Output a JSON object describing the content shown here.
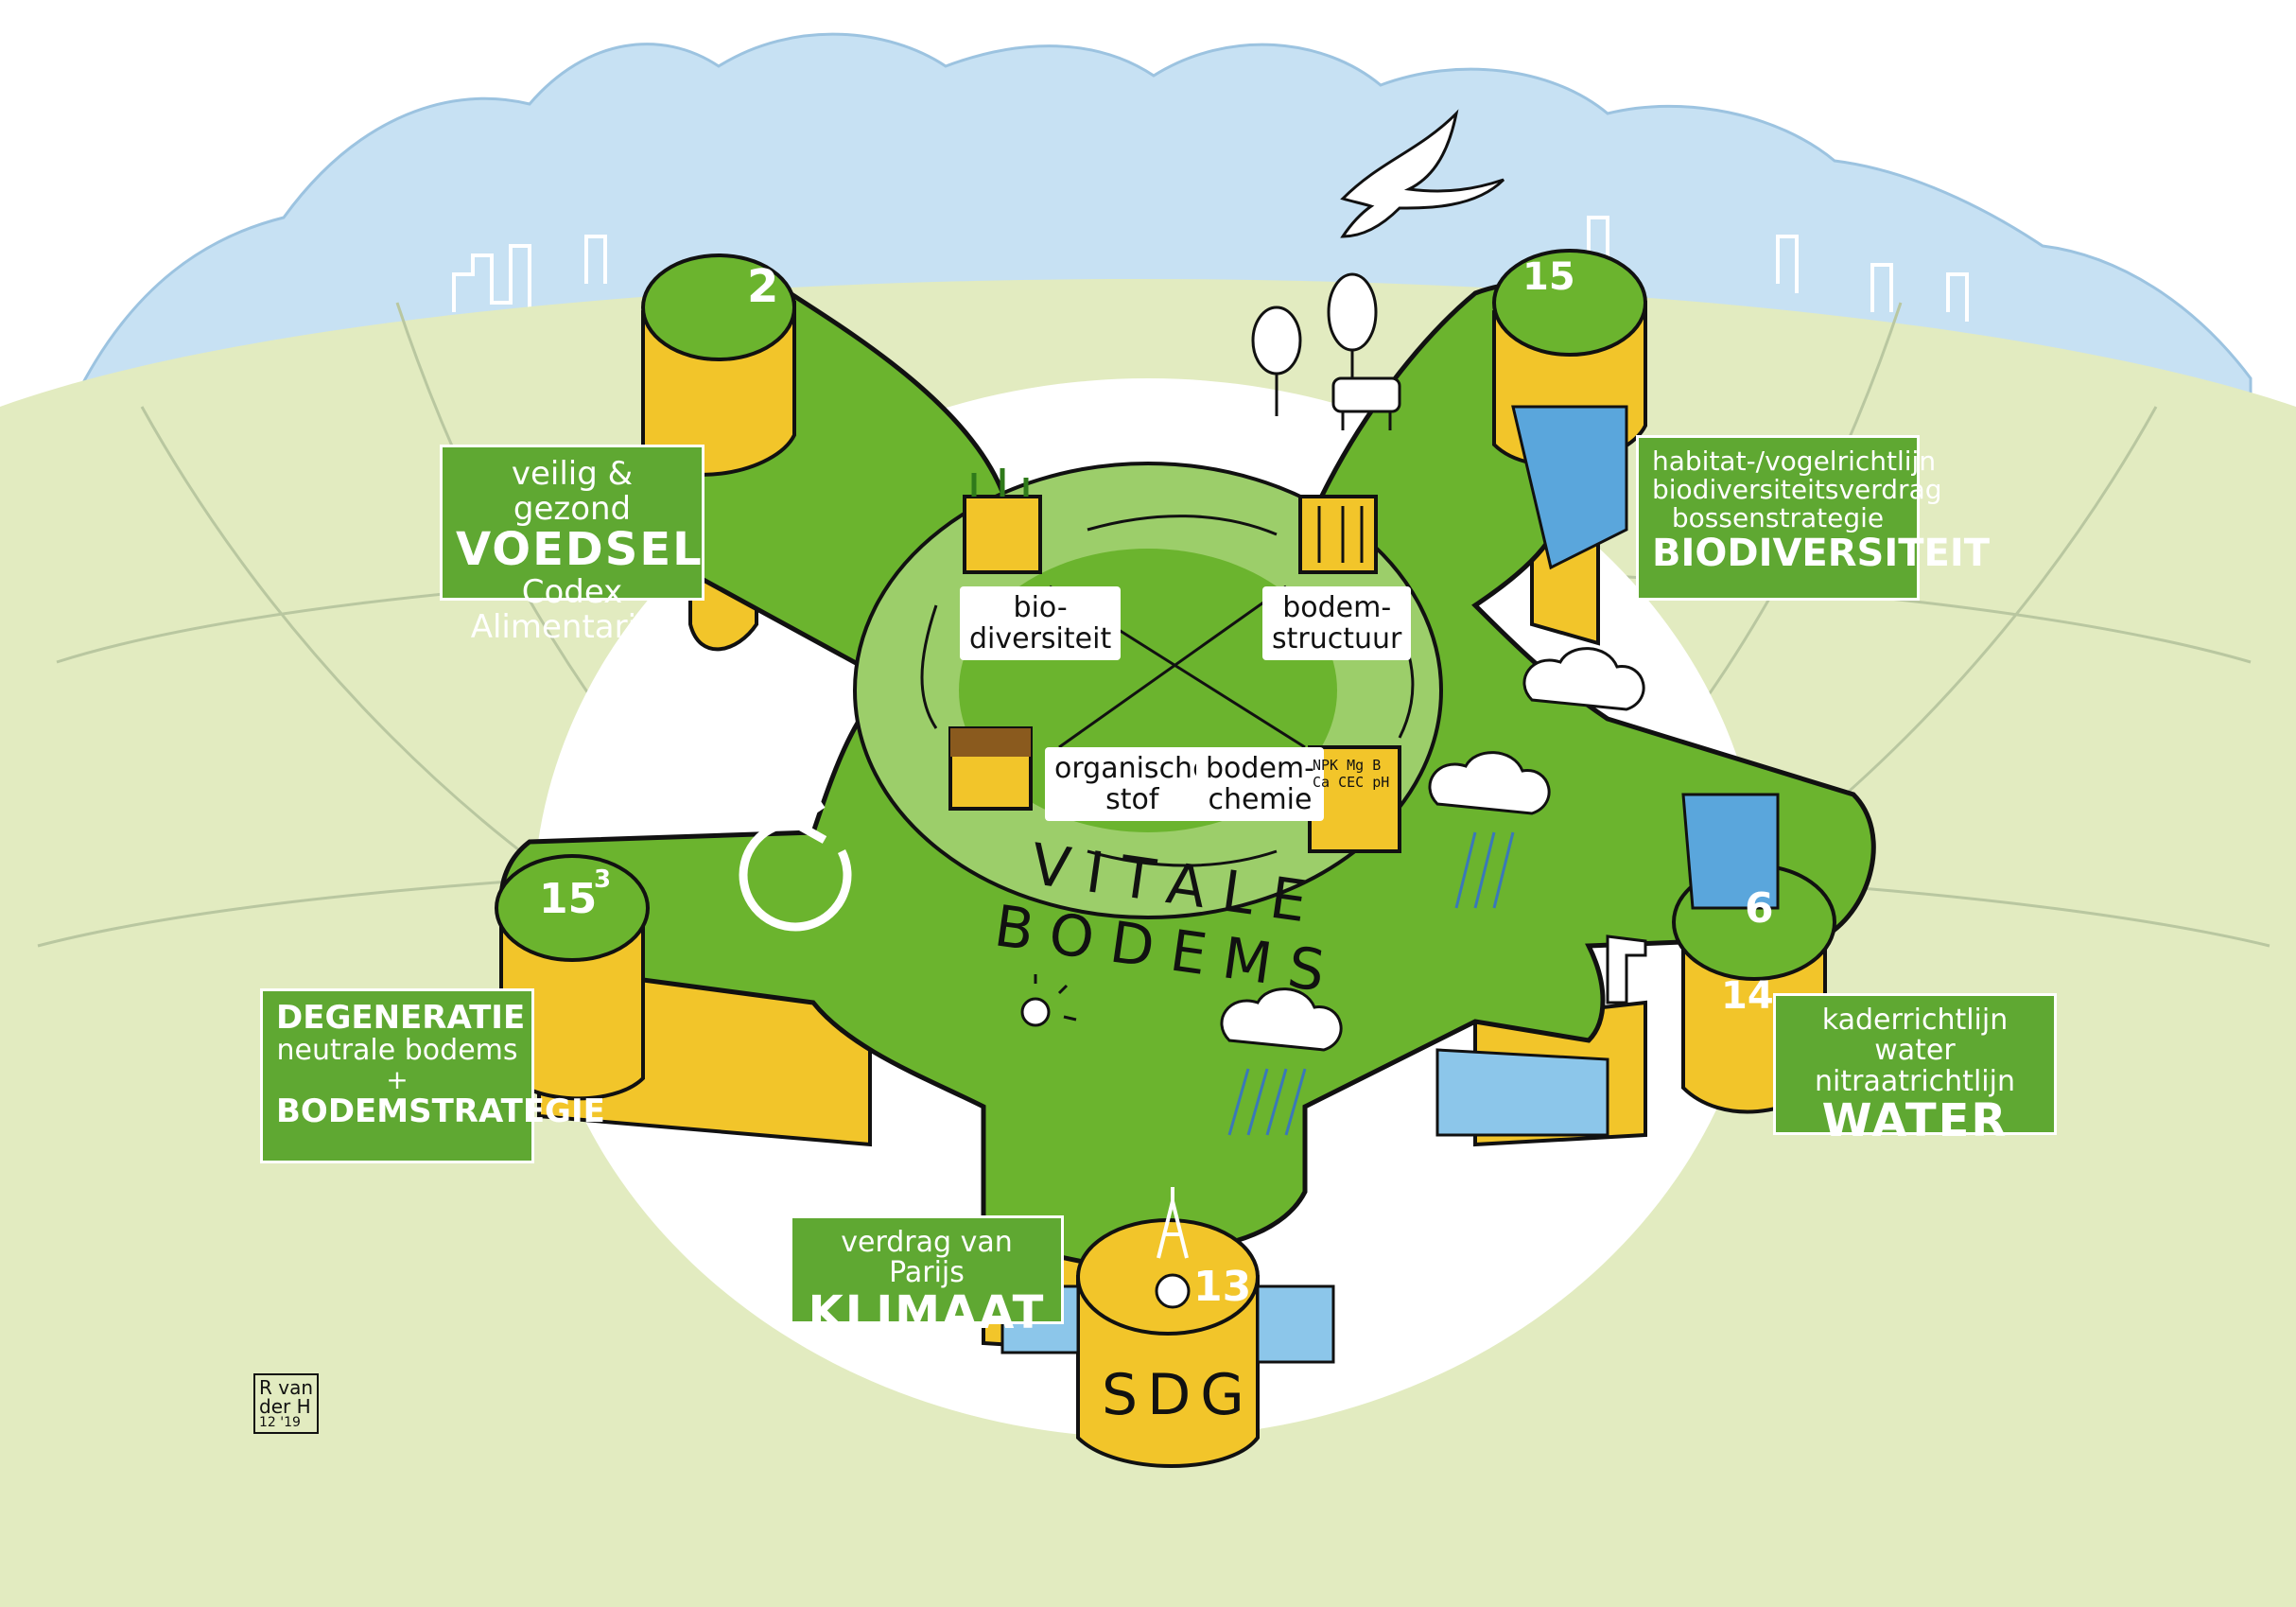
{
  "center": {
    "title": "VITALE BODEMS",
    "nodes": {
      "biodiversiteit": "bio-\ndiversiteit",
      "bodemstructuur": "bodem-\nstructuur",
      "organische_stof": "organische\nstof",
      "bodemchemie": "bodem-\nchemie"
    },
    "chem_symbols": "NPK Mg B Ca CEC pH"
  },
  "labels": {
    "voedsel": {
      "line1": "veilig & gezond",
      "line2": "VOEDSEL",
      "line3": "Codex Alimentarius"
    },
    "biodiversiteit": {
      "line1": "habitat-/vogelrichtlijn",
      "line2": "biodiversiteitsverdrag",
      "line3": "bossenstrategie",
      "line4": "BIODIVERSITEIT"
    },
    "degeneratie": {
      "line1": "DEGENERATIE",
      "line2": "neutrale bodems",
      "line3": "+",
      "line4": "BODEMSTRATEGIE"
    },
    "water": {
      "line1": "kaderrichtlijn water",
      "line2": "nitraatrichtlijn",
      "line3": "WATER"
    },
    "klimaat": {
      "line1": "verdrag van Parijs",
      "line2": "KLIMAAT"
    }
  },
  "sdg": {
    "cylinder_label": "SDG",
    "numbers": {
      "top_left": "2",
      "top_right": "15",
      "left": "15",
      "left_sup": "3",
      "right_a": "6",
      "right_b": "14",
      "bottom": "13"
    }
  },
  "signature": {
    "line1": "R van",
    "line2": "der H",
    "year": "12 '19"
  },
  "colors": {
    "grass": "#6bb42e",
    "soil": "#f2c52a",
    "label_green": "#5fa832",
    "sky": "#bfdcf2",
    "field": "#dfe8b8",
    "water": "#5aa6dc"
  },
  "icons": [
    "bird-icon",
    "cycle-arrow-icon",
    "cloud-icon",
    "sun-icon",
    "tree-icon",
    "cow-icon",
    "tap-icon",
    "eiffel-tower-icon",
    "globe-icon"
  ]
}
